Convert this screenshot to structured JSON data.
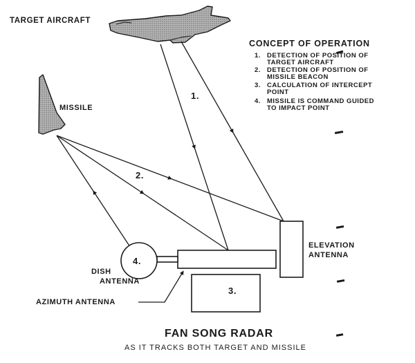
{
  "labels": {
    "target_aircraft": "TARGET AIRCRAFT",
    "missile": "MISSILE",
    "dish_antenna_line1": "DISH",
    "dish_antenna_line2": "ANTENNA",
    "azimuth_antenna": "AZIMUTH ANTENNA",
    "elevation_antenna_line1": "ELEVATION",
    "elevation_antenna_line2": "ANTENNA"
  },
  "numbers": {
    "n1": "1.",
    "n2": "2.",
    "n3": "3.",
    "n4": "4."
  },
  "concept": {
    "title": "CONCEPT OF OPERATION",
    "steps": [
      {
        "num": "1.",
        "line1": "DETECTION OF POSITION OF",
        "line2": "TARGET AIRCRAFT"
      },
      {
        "num": "2.",
        "line1": "DETECTION OF POSITION OF",
        "line2": "MISSILE BEACON"
      },
      {
        "num": "3.",
        "line1": "CALCULATION OF INTERCEPT",
        "line2": "POINT"
      },
      {
        "num": "4.",
        "line1": "MISSILE IS COMMAND GUIDED",
        "line2": "TO IMPACT POINT"
      }
    ]
  },
  "footer": {
    "title": "FAN SONG RADAR",
    "subtitle": "AS IT TRACKS BOTH TARGET AND MISSILE"
  },
  "colors": {
    "ink": "#1a1a1a",
    "fill_grey": "#9a9a9a"
  }
}
